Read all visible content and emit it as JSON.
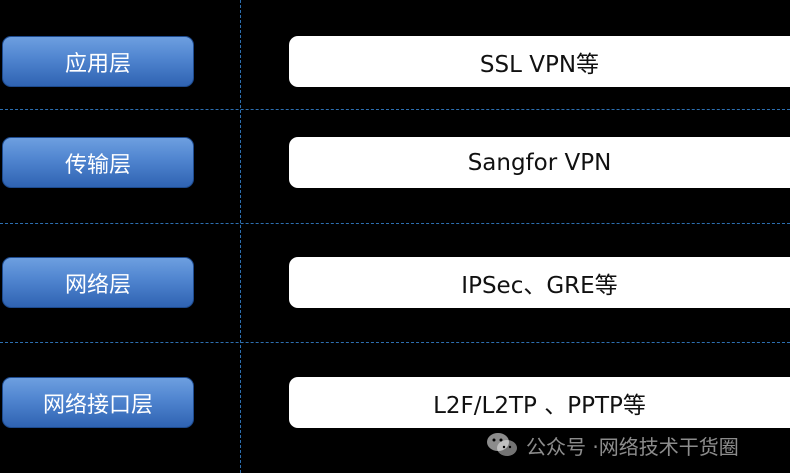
{
  "layers": [
    {
      "name": "应用层",
      "protocol": "SSL VPN等"
    },
    {
      "name": "传输层",
      "protocol": "Sangfor VPN"
    },
    {
      "name": "网络层",
      "protocol": "IPSec、GRE等"
    },
    {
      "name": "网络接口层",
      "protocol": "L2F/L2TP 、PPTP等"
    }
  ],
  "watermark": {
    "prefix": "公众号 · ",
    "account": "网络技术干货圈",
    "icon": "wechat-icon"
  },
  "colors": {
    "background": "#000000",
    "layer_box": "#4f84cf",
    "divider": "#2d6fb0",
    "protocol_box": "#ffffff"
  }
}
